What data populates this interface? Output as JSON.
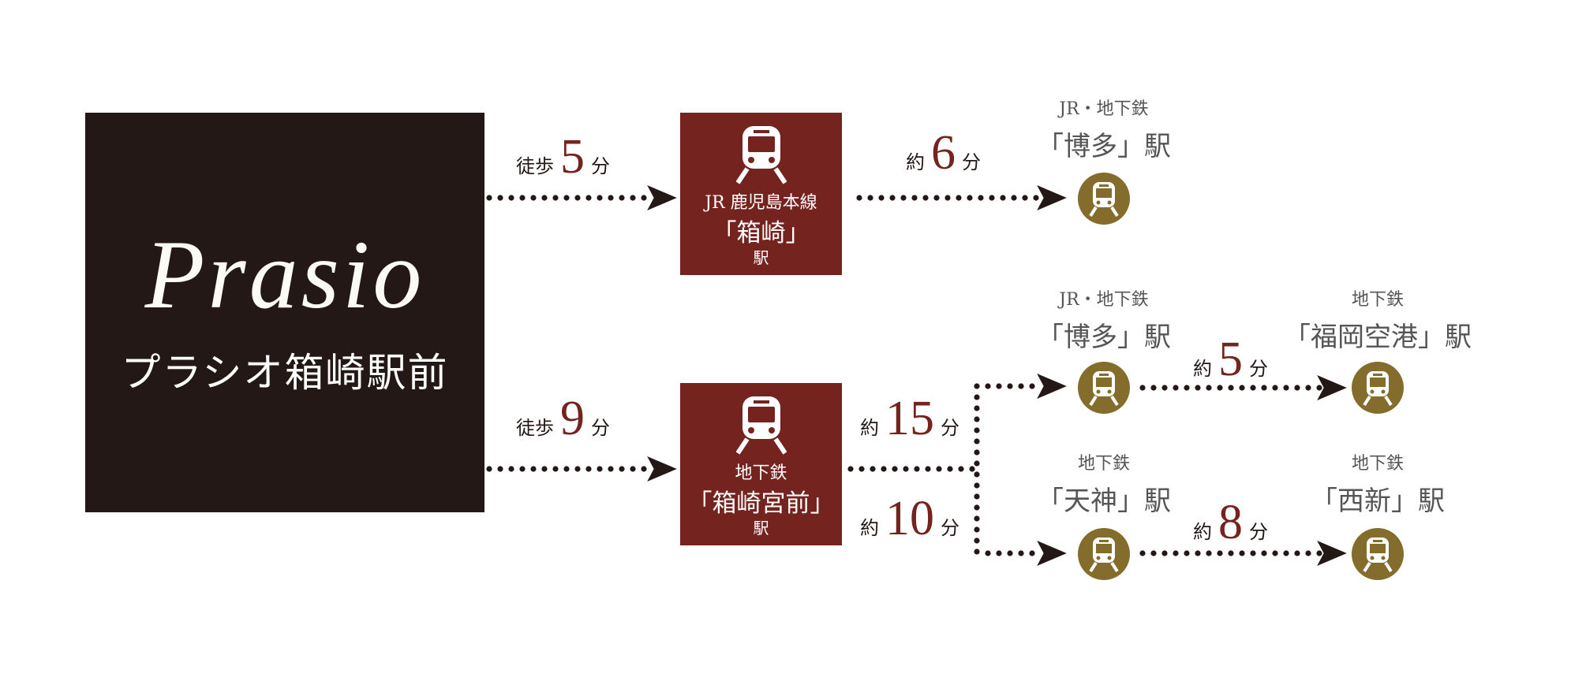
{
  "origin": {
    "logo": "Prasio",
    "name": "プラシオ箱崎駅前"
  },
  "routes": {
    "walk_top": {
      "prefix": "徒歩",
      "minutes": "5",
      "unit": "分"
    },
    "walk_bottom": {
      "prefix": "徒歩",
      "minutes": "9",
      "unit": "分"
    },
    "hakozaki_to_hakata": {
      "prefix": "約",
      "minutes": "6",
      "unit": "分"
    },
    "miyamae_to_hakata": {
      "prefix": "約",
      "minutes": "15",
      "unit": "分"
    },
    "miyamae_to_tenjin": {
      "prefix": "約",
      "minutes": "10",
      "unit": "分"
    },
    "hakata_to_airport": {
      "prefix": "約",
      "minutes": "5",
      "unit": "分"
    },
    "tenjin_to_nishijin": {
      "prefix": "約",
      "minutes": "8",
      "unit": "分"
    }
  },
  "stations": {
    "hakozaki": {
      "line": "JR 鹿児島本線",
      "name": "「箱崎」",
      "suffix": "駅",
      "icon": "train-icon"
    },
    "hakozakimiyamae": {
      "line": "地下鉄",
      "name": "「箱崎宮前」",
      "suffix": "駅",
      "icon": "train-icon"
    },
    "hakata_top": {
      "line": "JR・地下鉄",
      "name": "「博多」駅",
      "icon": "train-icon"
    },
    "hakata_mid": {
      "line": "JR・地下鉄",
      "name": "「博多」駅",
      "icon": "train-icon"
    },
    "airport": {
      "line": "地下鉄",
      "name": "「福岡空港」駅",
      "icon": "train-icon"
    },
    "tenjin": {
      "line": "地下鉄",
      "name": "「天神」駅",
      "icon": "train-icon"
    },
    "nishijin": {
      "line": "地下鉄",
      "name": "「西新」駅",
      "icon": "train-icon"
    }
  },
  "colors": {
    "brand_dark": "#231815",
    "station_red": "#74231e",
    "circle_gold": "#846c2c",
    "label_gray": "#555555"
  }
}
